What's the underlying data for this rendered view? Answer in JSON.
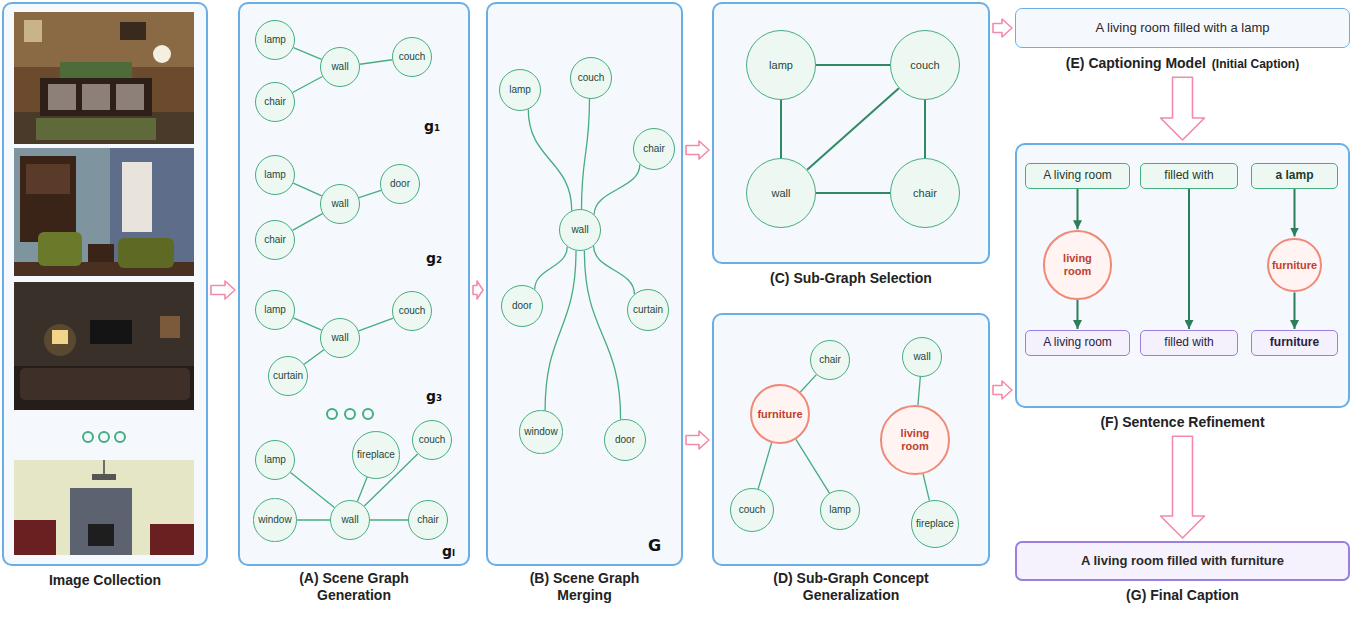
{
  "diagram": {
    "nodes": [
      {
        "text": [
          "Image Collection"
        ]
      },
      {
        "text": [
          "(A) Scene Graph Generation"
        ]
      },
      {
        "text": [
          "lamp"
        ],
        "in": 1
      },
      {
        "text": [
          "wall"
        ],
        "in": 1
      },
      {
        "text": [
          "couch"
        ],
        "in": 1
      },
      {
        "text": [
          "chair"
        ],
        "in": 1
      },
      {
        "text": [
          "lamp"
        ],
        "in": 1
      },
      {
        "text": [
          "wall"
        ],
        "in": 1
      },
      {
        "text": [
          "door"
        ],
        "in": 1
      },
      {
        "text": [
          "chair"
        ],
        "in": 1
      },
      {
        "text": [
          "lamp"
        ],
        "in": 1
      },
      {
        "text": [
          "couch"
        ],
        "in": 1
      },
      {
        "text": [
          "wall"
        ],
        "in": 1
      },
      {
        "text": [
          "curtain"
        ],
        "in": 1
      },
      {
        "text": [
          "lamp"
        ],
        "in": 1
      },
      {
        "text": [
          "fireplace"
        ],
        "in": 1
      },
      {
        "text": [
          "couch"
        ],
        "in": 1
      },
      {
        "text": [
          "window"
        ],
        "in": 1
      },
      {
        "text": [
          "wall"
        ],
        "in": 1
      },
      {
        "text": [
          "chair"
        ],
        "in": 1
      },
      {
        "text": [
          "(B) Scene Graph Merging"
        ]
      },
      {
        "text": [
          "lamp"
        ],
        "in": 20
      },
      {
        "text": [
          "couch"
        ],
        "in": 20
      },
      {
        "text": [
          "chair"
        ],
        "in": 20
      },
      {
        "text": [
          "wall"
        ],
        "in": 20
      },
      {
        "text": [
          "door"
        ],
        "in": 20
      },
      {
        "text": [
          "curtain"
        ],
        "in": 20
      },
      {
        "text": [
          "window"
        ],
        "in": 20
      },
      {
        "text": [
          "door"
        ],
        "in": 20
      },
      {
        "text": [
          "(C) Sub-Graph Selection"
        ]
      },
      {
        "text": [
          "lamp"
        ],
        "in": 29
      },
      {
        "text": [
          "couch"
        ],
        "in": 29
      },
      {
        "text": [
          "wall"
        ],
        "in": 29
      },
      {
        "text": [
          "chair"
        ],
        "in": 29
      },
      {
        "text": [
          "(D) Sub-Graph Concept Generalization"
        ]
      },
      {
        "text": [
          "chair"
        ],
        "in": 34
      },
      {
        "text": [
          "wall"
        ],
        "in": 34
      },
      {
        "text": [
          "furniture"
        ],
        "in": 34
      },
      {
        "text": [
          "living room"
        ],
        "in": 34
      },
      {
        "text": [
          "couch"
        ],
        "in": 34
      },
      {
        "text": [
          "lamp"
        ],
        "in": 34
      },
      {
        "text": [
          "fireplace"
        ],
        "in": 34
      },
      {
        "text": [
          "A living room filled with a lamp",
          "(E) Captioning Model",
          "(Initial Caption)"
        ]
      },
      {
        "text": [
          "(F) Sentence Refinement"
        ]
      },
      {
        "text": [
          "A living room"
        ],
        "in": 43
      },
      {
        "text": [
          "filled with"
        ],
        "in": 43
      },
      {
        "text": [
          "a lamp"
        ],
        "in": 43
      },
      {
        "text": [
          "living room"
        ],
        "in": 43
      },
      {
        "text": [
          "furniture"
        ],
        "in": 43
      },
      {
        "text": [
          "A living room"
        ],
        "in": 43
      },
      {
        "text": [
          "filled with"
        ],
        "in": 43
      },
      {
        "text": [
          "furniture"
        ],
        "in": 43
      },
      {
        "text": [
          "A living room filled with furniture",
          "(G) Final Caption"
        ]
      }
    ],
    "edges": [
      {
        "from": 3,
        "to": 2,
        "arrow": "none"
      },
      {
        "from": 3,
        "to": 5,
        "arrow": "none"
      },
      {
        "from": 3,
        "to": 4,
        "arrow": "none"
      },
      {
        "from": 7,
        "to": 6,
        "arrow": "none"
      },
      {
        "from": 7,
        "to": 9,
        "arrow": "none"
      },
      {
        "from": 7,
        "to": 8,
        "arrow": "none"
      },
      {
        "from": 12,
        "to": 10,
        "arrow": "none"
      },
      {
        "from": 12,
        "to": 13,
        "arrow": "none"
      },
      {
        "from": 12,
        "to": 11,
        "arrow": "none"
      },
      {
        "from": 18,
        "to": 14,
        "arrow": "none"
      },
      {
        "from": 18,
        "to": 17,
        "arrow": "none"
      },
      {
        "from": 18,
        "to": 15,
        "arrow": "none"
      },
      {
        "from": 18,
        "to": 16,
        "arrow": "none"
      },
      {
        "from": 18,
        "to": 19,
        "arrow": "none"
      },
      {
        "from": 24,
        "to": 21,
        "arrow": "none"
      },
      {
        "from": 24,
        "to": 22,
        "arrow": "none"
      },
      {
        "from": 24,
        "to": 23,
        "arrow": "none"
      },
      {
        "from": 24,
        "to": 25,
        "arrow": "none"
      },
      {
        "from": 24,
        "to": 26,
        "arrow": "none"
      },
      {
        "from": 24,
        "to": 27,
        "arrow": "none"
      },
      {
        "from": 24,
        "to": 28,
        "arrow": "none"
      },
      {
        "from": 30,
        "to": 31,
        "arrow": "none"
      },
      {
        "from": 30,
        "to": 32,
        "arrow": "none"
      },
      {
        "from": 32,
        "to": 33,
        "arrow": "none"
      },
      {
        "from": 31,
        "to": 33,
        "arrow": "none"
      },
      {
        "from": 32,
        "to": 31,
        "arrow": "none"
      },
      {
        "from": 37,
        "to": 35,
        "arrow": "none"
      },
      {
        "from": 37,
        "to": 39,
        "arrow": "none"
      },
      {
        "from": 37,
        "to": 40,
        "arrow": "none"
      },
      {
        "from": 38,
        "to": 36,
        "arrow": "none"
      },
      {
        "from": 38,
        "to": 41,
        "arrow": "none"
      },
      {
        "from": 44,
        "to": 47,
        "arrow": "to"
      },
      {
        "from": 47,
        "to": 49,
        "arrow": "to"
      },
      {
        "from": 45,
        "to": 50,
        "arrow": "to"
      },
      {
        "from": 46,
        "to": 48,
        "arrow": "to"
      },
      {
        "from": 48,
        "to": 51,
        "arrow": "to"
      },
      {
        "from": 0,
        "to": 1,
        "arrow": "to"
      },
      {
        "from": 1,
        "to": 20,
        "arrow": "to"
      },
      {
        "from": 20,
        "to": 29,
        "arrow": "to"
      },
      {
        "from": 20,
        "to": 34,
        "arrow": "to"
      },
      {
        "from": 29,
        "to": 42,
        "arrow": "to"
      },
      {
        "from": 34,
        "to": 43,
        "arrow": "to"
      },
      {
        "from": 42,
        "to": 43,
        "arrow": "to"
      },
      {
        "from": 43,
        "to": 52,
        "arrow": "to"
      }
    ],
    "labels": [
      "g₁",
      "g₂",
      "g₃",
      "gₗ",
      "G"
    ]
  }
}
